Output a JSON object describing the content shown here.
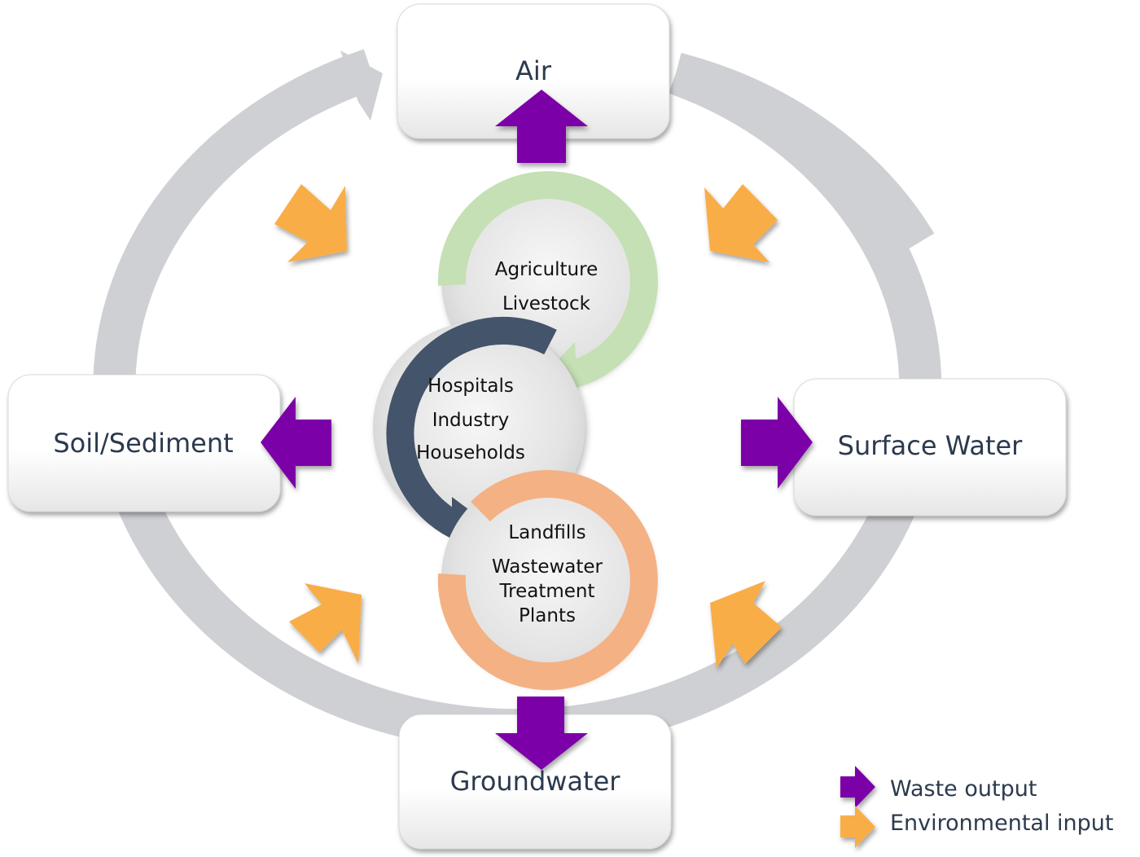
{
  "diagram": {
    "colors": {
      "outer_ring": "#cfd0d4",
      "waste_output": "#7b00a8",
      "environmental_input": "#f9ad47",
      "agriculture_ring": "#c5e0b4",
      "hospitals_ring": "#44546a",
      "landfills_ring": "#f4b183",
      "box_text": "#2b3a4e"
    },
    "compartments": {
      "air": "Air",
      "soil": "Soil/Sediment",
      "surface_water": "Surface Water",
      "groundwater": "Groundwater"
    },
    "sources": {
      "agriculture": [
        "Agriculture",
        "Livestock"
      ],
      "hospitals": [
        "Hospitals",
        "Industry",
        "Households"
      ],
      "landfills": [
        "Landfills",
        "Wastewater",
        "Treatment",
        "Plants"
      ]
    },
    "legend": [
      {
        "label": "Waste output",
        "icon": "purple-arrow-icon"
      },
      {
        "label": "Environmental input",
        "icon": "orange-arrow-icon"
      }
    ]
  }
}
